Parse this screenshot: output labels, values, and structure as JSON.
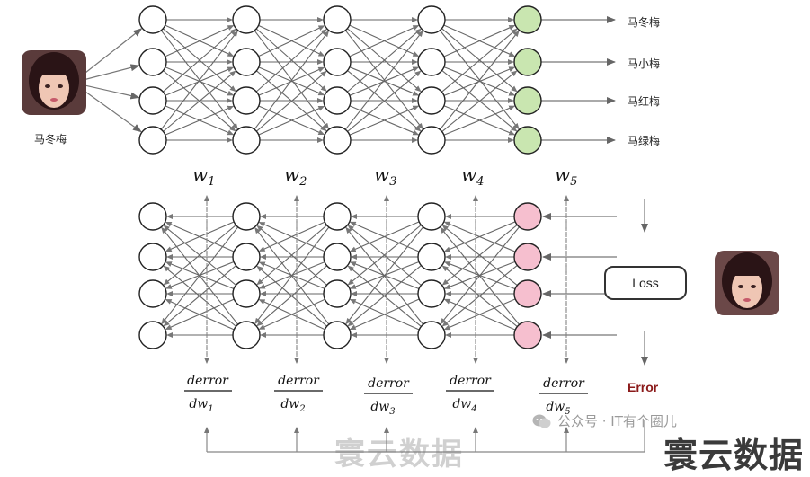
{
  "input_label": "马冬梅",
  "output_labels": [
    "马冬梅",
    "马小梅",
    "马红梅",
    "马绿梅"
  ],
  "weights": [
    {
      "base": "w",
      "sub": "1"
    },
    {
      "base": "w",
      "sub": "2"
    },
    {
      "base": "w",
      "sub": "3"
    },
    {
      "base": "w",
      "sub": "4"
    },
    {
      "base": "w",
      "sub": "5"
    }
  ],
  "gradients": [
    {
      "num": "derror",
      "den": "dw",
      "sub": "1"
    },
    {
      "num": "derror",
      "den": "dw",
      "sub": "2"
    },
    {
      "num": "derror",
      "den": "dw",
      "sub": "3"
    },
    {
      "num": "derror",
      "den": "dw",
      "sub": "4"
    },
    {
      "num": "derror",
      "den": "dw",
      "sub": "5"
    }
  ],
  "loss_label": "Loss",
  "error_label": "Error",
  "watermark_1": "公众号 · IT有个圈儿",
  "watermark_2": "寰云数据",
  "colors": {
    "output_node": "#c9e6b0",
    "error_node": "#f6bfcf",
    "error_text": "#8b1a1a",
    "edge": "#666666"
  }
}
